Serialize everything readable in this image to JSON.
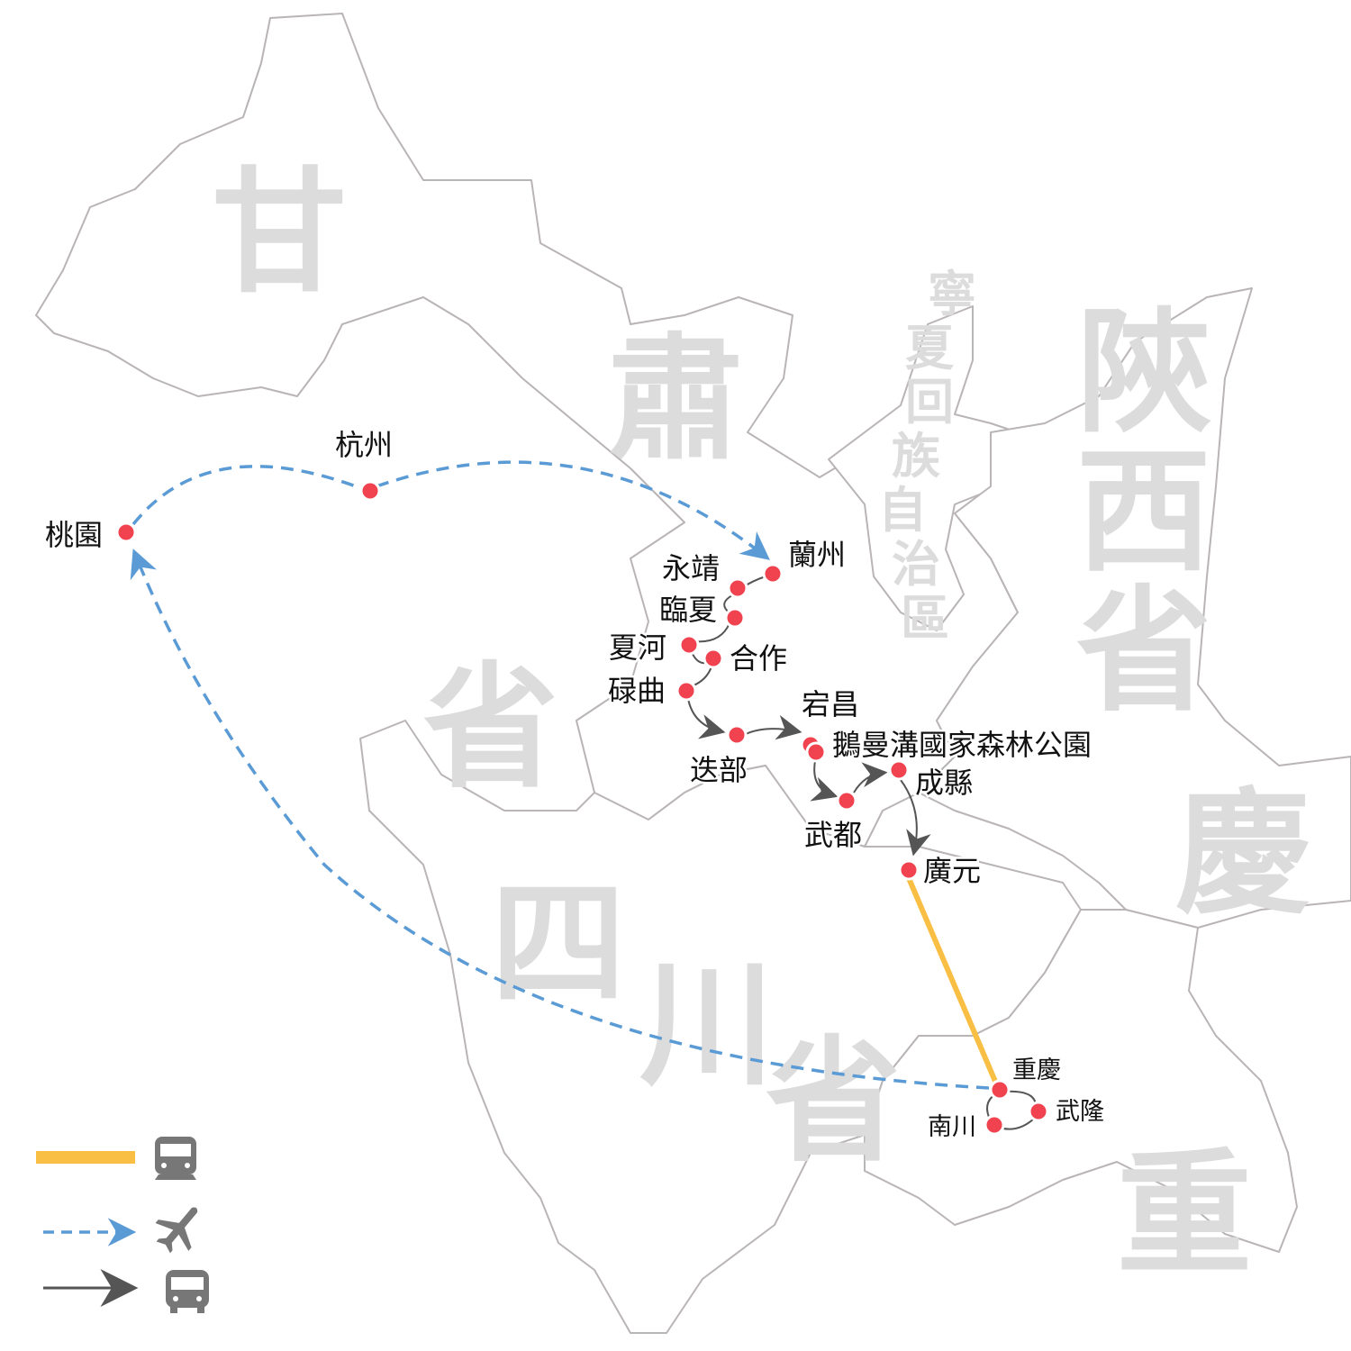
{
  "regions": {
    "gansu": [
      "甘",
      "肅",
      "省"
    ],
    "ningxia": [
      "寧",
      "夏",
      "回",
      "族",
      "自",
      "治",
      "區"
    ],
    "shaanxi": [
      "陝",
      "西",
      "省"
    ],
    "sichuan": [
      "四",
      "川",
      "省"
    ],
    "chongqing": [
      "重",
      "慶"
    ]
  },
  "cities": {
    "taoyuan": "桃園",
    "hangzhou": "杭州",
    "lanzhou": "蘭州",
    "yongjing": "永靖",
    "linxia": "臨夏",
    "xiahe": "夏河",
    "hezuo": "合作",
    "luqu": "碌曲",
    "diebu": "迭部",
    "tanchang": "宕昌",
    "guanegou": "鵝曼溝國家森林公園",
    "wudu": "武都",
    "chengxian": "成縣",
    "guangyuan": "廣元",
    "chongqing": "重慶",
    "wulong": "武隆",
    "nanchuan": "南川"
  },
  "legend": [
    {
      "mode": "train",
      "icon": "train-icon",
      "color": "#f9bf45"
    },
    {
      "mode": "flight",
      "icon": "airplane-icon",
      "color": "#5b9bd5"
    },
    {
      "mode": "bus",
      "icon": "bus-icon",
      "color": "#555555"
    }
  ]
}
